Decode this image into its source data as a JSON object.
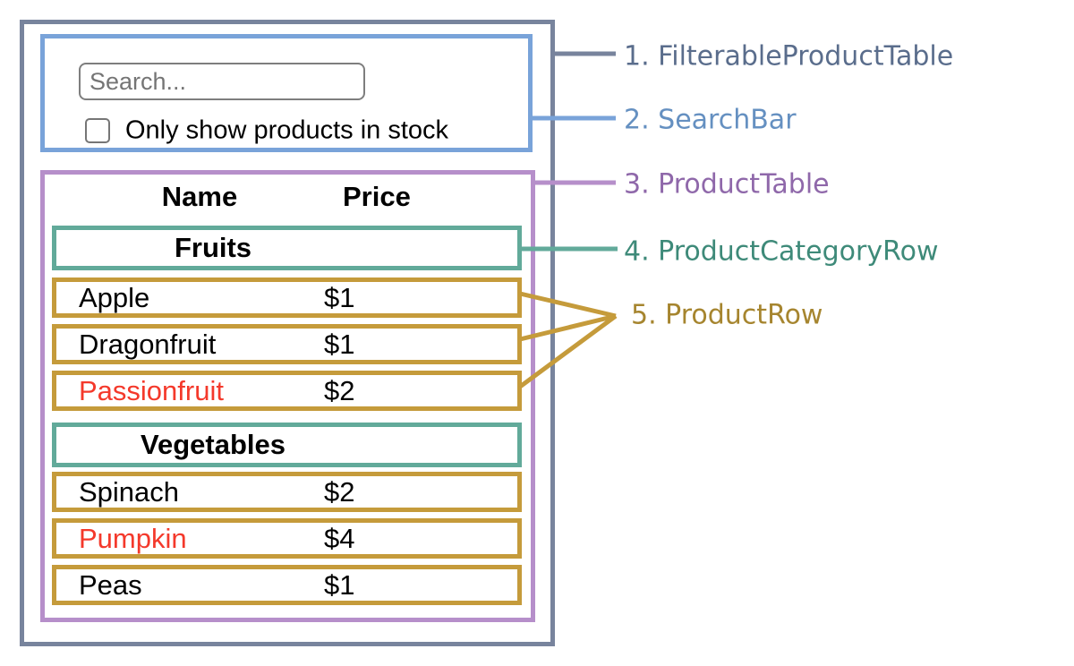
{
  "search_bar": {
    "placeholder": "Search...",
    "checkbox_label": "Only show products in stock",
    "checkbox_checked": false
  },
  "product_table": {
    "headers": {
      "name": "Name",
      "price": "Price"
    },
    "sections": [
      {
        "category": "Fruits",
        "rows": [
          {
            "name": "Apple",
            "price": "$1",
            "in_stock": true
          },
          {
            "name": "Dragonfruit",
            "price": "$1",
            "in_stock": true
          },
          {
            "name": "Passionfruit",
            "price": "$2",
            "in_stock": false
          }
        ]
      },
      {
        "category": "Vegetables",
        "rows": [
          {
            "name": "Spinach",
            "price": "$2",
            "in_stock": true
          },
          {
            "name": "Pumpkin",
            "price": "$4",
            "in_stock": false
          },
          {
            "name": "Peas",
            "price": "$1",
            "in_stock": true
          }
        ]
      }
    ]
  },
  "annotations": [
    {
      "label": "1. FilterableProductTable",
      "color": "#5a6d8c"
    },
    {
      "label": "2. SearchBar",
      "color": "#6590c1"
    },
    {
      "label": "3. ProductTable",
      "color": "#8f68aa"
    },
    {
      "label": "4. ProductCategoryRow",
      "color": "#3e8a79"
    },
    {
      "label": "5. ProductRow",
      "color": "#a6852f"
    }
  ],
  "colors": {
    "filterable_product_table_border": "#78849d",
    "search_bar_border": "#79a3d9",
    "product_table_border": "#b68fca",
    "product_category_row_border": "#62aa9a",
    "product_row_border": "#c59b3b",
    "out_of_stock_text": "#f4392b"
  }
}
